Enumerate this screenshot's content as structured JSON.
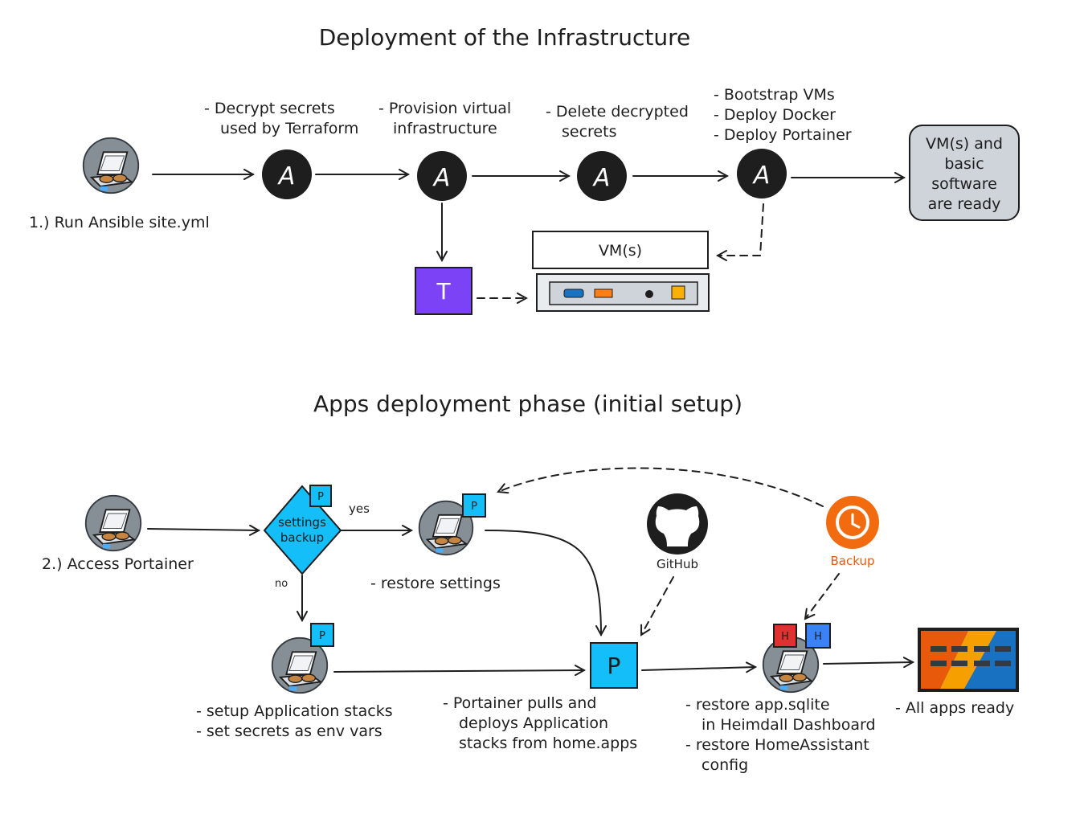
{
  "colors": {
    "ink": "#1e1e1e",
    "portainer": "#13bef9",
    "terraform": "#7b42f6",
    "backup": "#f26b0f",
    "vm_box": "#ced4da",
    "heimdall_red": "#e03131",
    "heimdall_blue": "#3b82f6",
    "screen_orange": "#e8590c",
    "screen_blue": "#1971c2"
  },
  "section1": {
    "title": "Deployment of the Infrastructure",
    "start_label": "1.) Run Ansible site.yml",
    "ansible_glyph": "A",
    "steps": [
      [
        "- Decrypt secrets",
        "used by Terraform"
      ],
      [
        "- Provision virtual",
        "infrastructure"
      ],
      [
        "- Delete decrypted",
        "secrets"
      ],
      [
        "- Bootstrap VMs",
        "- Deploy Docker",
        "- Deploy Portainer"
      ]
    ],
    "terraform_glyph": "T",
    "vm_label": "VM(s)",
    "ready_lines": [
      "VM(s) and",
      "basic",
      "software",
      "are ready"
    ]
  },
  "section2": {
    "title": "Apps deployment phase (initial setup)",
    "start_label": "2.) Access Portainer",
    "decision_lines": [
      "settings",
      "backup"
    ],
    "yes": "yes",
    "no": "no",
    "portainer_glyph": "P",
    "restore_label": "- restore settings",
    "setup_lines": [
      "- setup Application stacks",
      "- set secrets as env vars"
    ],
    "pull_lines": [
      "- Portainer pulls and",
      "deploys Application",
      "stacks from home.apps"
    ],
    "github_label": "GitHub",
    "backup_label": "Backup",
    "heimdall_glyph": "H",
    "restore2_lines": [
      "- restore app.sqlite",
      "in Heimdall Dashboard",
      "- restore HomeAssistant",
      "config"
    ],
    "final_label": "- All apps ready"
  },
  "icons": [
    "laptop-user-icon",
    "ansible-icon",
    "terraform-icon",
    "portainer-icon",
    "github-icon",
    "backup-icon",
    "heimdall-icon",
    "dashboard-screen-icon"
  ]
}
